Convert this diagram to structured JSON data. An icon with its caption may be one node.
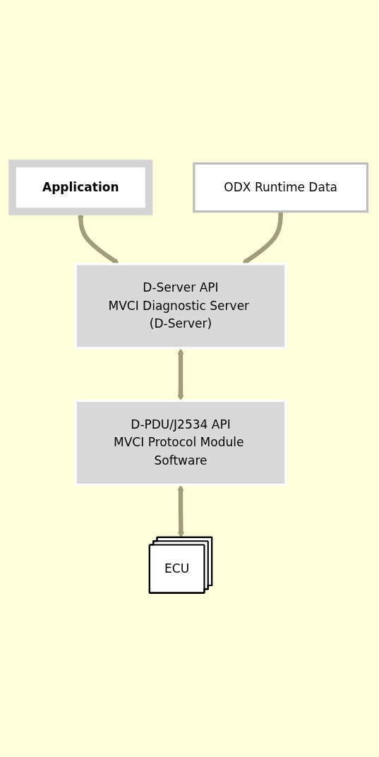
{
  "diagram": {
    "nodes": [
      {
        "text": [
          "Application"
        ]
      },
      {
        "text": [
          "D-Server API",
          "MVCI Diagnostic Server (D-Server)"
        ]
      },
      {
        "text": [
          "ODX Runtime Data"
        ]
      },
      {
        "text": [
          "D-PDU/J2534 API",
          "MVCI Protocol Module Software"
        ]
      },
      {
        "text": [
          "ECU"
        ]
      }
    ],
    "edges": [
      {
        "from": 0,
        "to": 1,
        "arrow": "both"
      },
      {
        "from": 2,
        "to": 1,
        "arrow": "to"
      },
      {
        "from": 1,
        "to": 3,
        "arrow": "both"
      },
      {
        "from": 3,
        "to": 4,
        "arrow": "both"
      }
    ]
  }
}
